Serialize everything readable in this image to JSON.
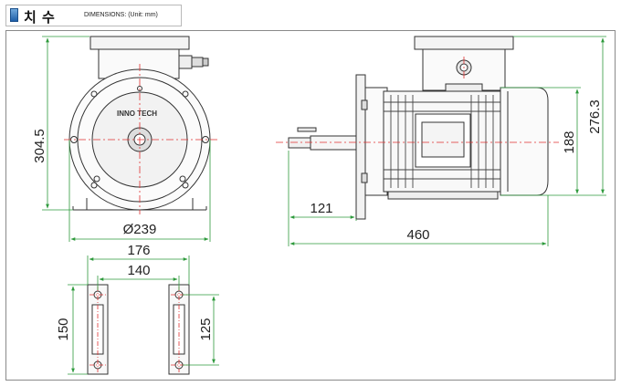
{
  "header": {
    "title_ko": "치 수",
    "title_en": "DIMENSIONS: (Unit: mm)"
  },
  "drawing": {
    "brand": "INNO TECH",
    "dims": {
      "height_total": "304.5",
      "diameter_flange": "Ø239",
      "shaft_length": "121",
      "total_length": "460",
      "height_body": "188",
      "height_box": "276.3",
      "foot_width": "176",
      "foot_hole_spacing": "140",
      "foot_length": "150",
      "foot_hole_length": "125"
    }
  },
  "colors": {
    "line": "#333333",
    "center_line": "#e03030",
    "dimension": "#2e9a3c",
    "frame": "#8a8a8a"
  }
}
